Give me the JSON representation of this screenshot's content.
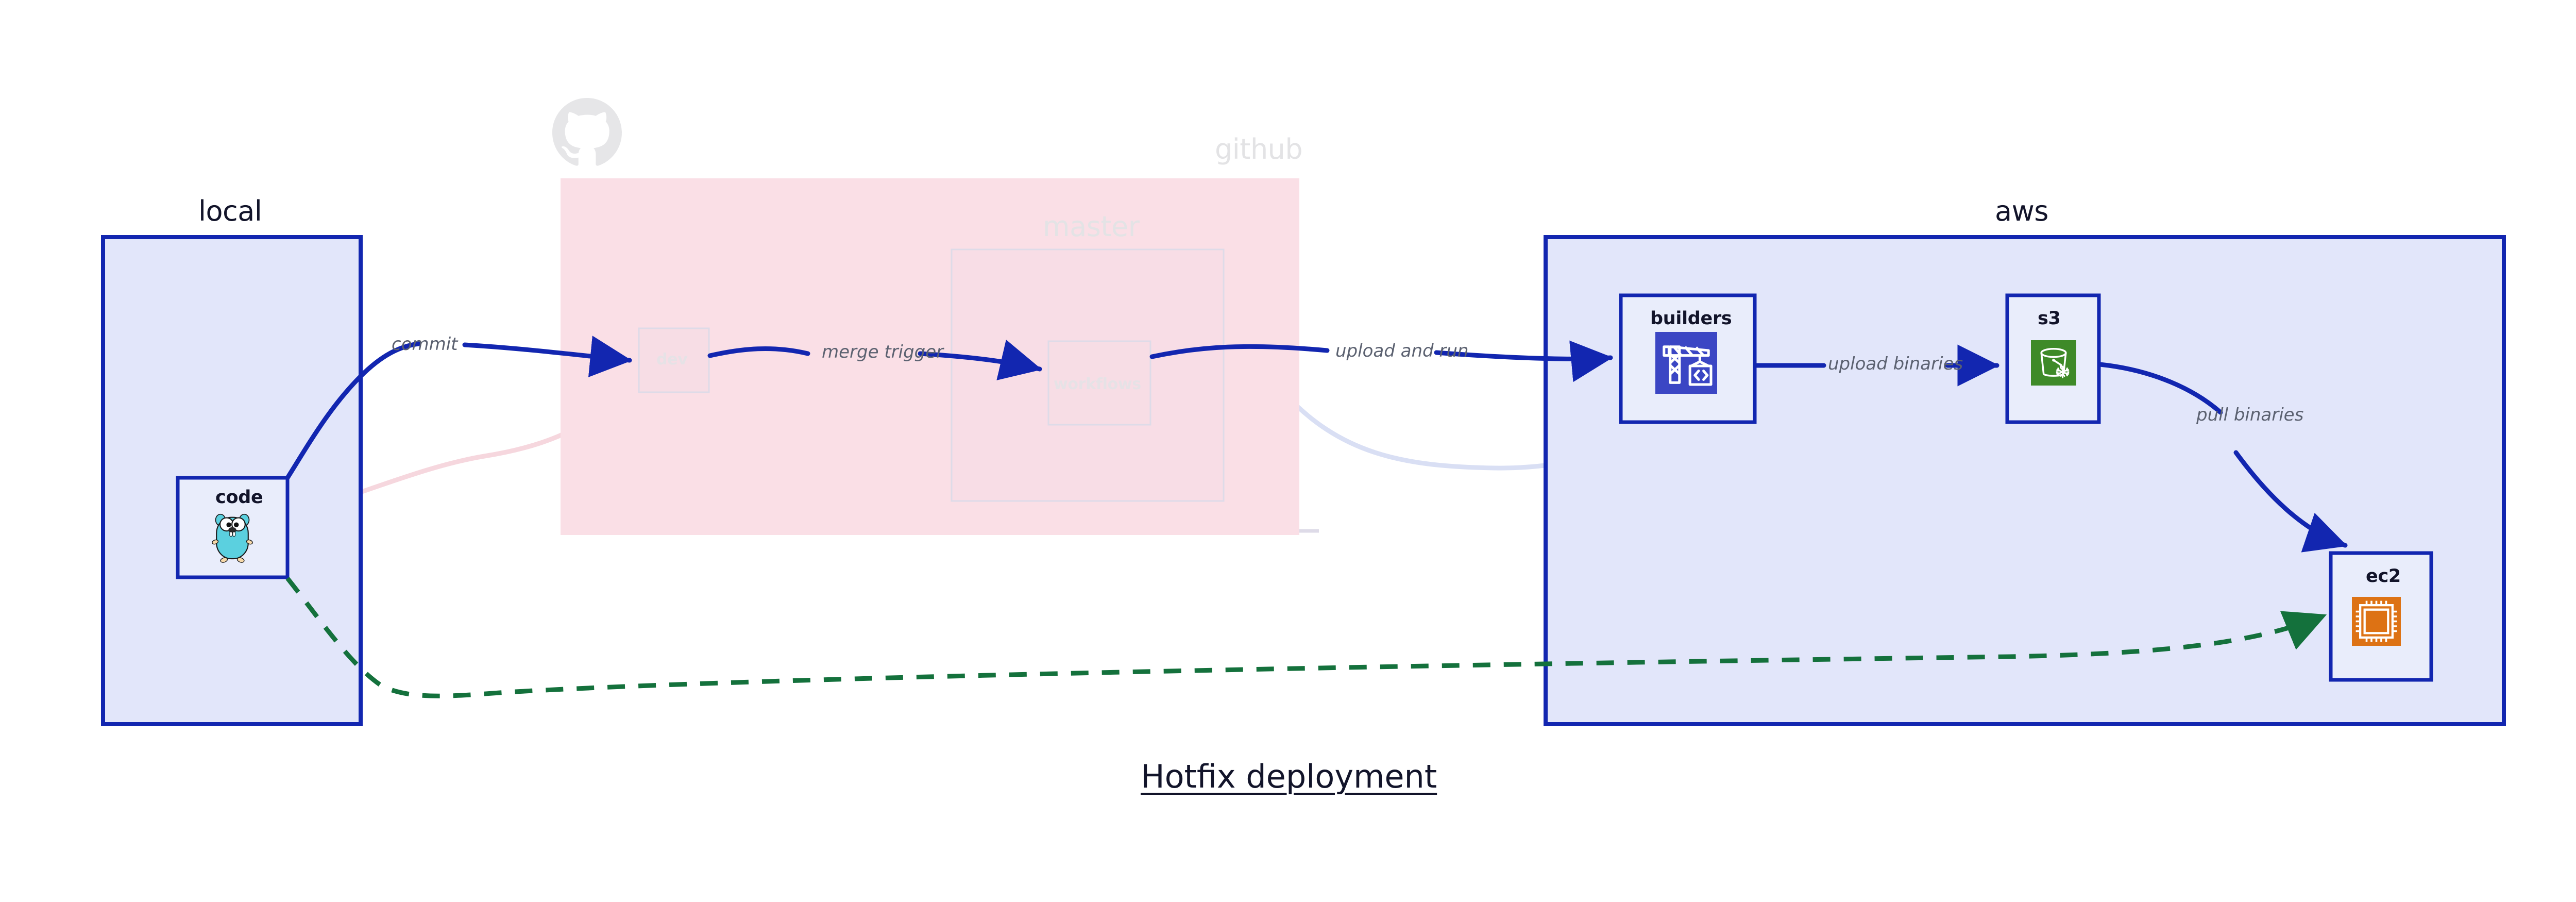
{
  "diagram": {
    "caption": "Hotfix deployment",
    "accent_blue": "#1226b0",
    "cluster_fill_blue": "#e2e6fa",
    "cluster_fill_pink": "#fadfe6",
    "edge_blue": "#1226b0",
    "edge_green": "#14713c",
    "label_gray": "#5b6170",
    "faded_gray": "#e3e3e5"
  },
  "clusters": [
    {
      "id": "local",
      "title": "local",
      "faded": false
    },
    {
      "id": "github",
      "title": "github",
      "faded": true
    },
    {
      "id": "master",
      "title": "master",
      "faded": true
    },
    {
      "id": "aws",
      "title": "aws",
      "faded": false
    }
  ],
  "nodes": [
    {
      "id": "code",
      "label": "code",
      "icon": "go-gopher-icon",
      "faded": false
    },
    {
      "id": "dev",
      "label": "dev",
      "icon": "none",
      "faded": true
    },
    {
      "id": "workflows",
      "label": "workflows",
      "icon": "none",
      "faded": true
    },
    {
      "id": "builders",
      "label": "builders",
      "icon": "crane-code-icon",
      "faded": false
    },
    {
      "id": "s3",
      "label": "s3",
      "icon": "s3-bucket-icon",
      "faded": false
    },
    {
      "id": "ec2",
      "label": "ec2",
      "icon": "cpu-chip-icon",
      "faded": false
    }
  ],
  "edges": [
    {
      "id": "code-dev",
      "label": "commit",
      "style": "solid",
      "color": "#1226b0"
    },
    {
      "id": "dev-workflows",
      "label": "merge trigger",
      "style": "solid",
      "color": "#1226b0"
    },
    {
      "id": "workflows-build",
      "label": "upload and run",
      "style": "solid",
      "color": "#1226b0"
    },
    {
      "id": "builders-s3",
      "label": "upload binaries",
      "style": "solid",
      "color": "#1226b0"
    },
    {
      "id": "s3-ec2",
      "label": "pull binaries",
      "style": "solid",
      "color": "#1226b0"
    },
    {
      "id": "code-ec2",
      "label": "",
      "style": "dashed",
      "color": "#14713c"
    }
  ],
  "icons": {
    "github_logo": "github-octocat-icon"
  }
}
